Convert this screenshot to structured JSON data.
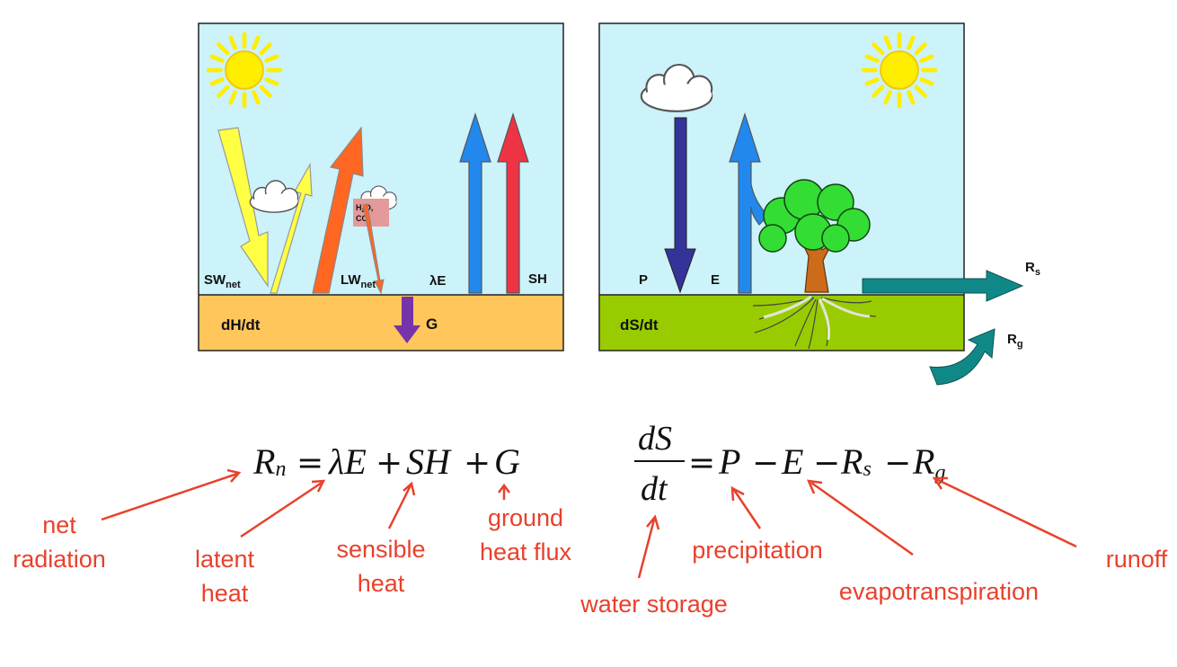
{
  "left_panel": {
    "sw_label": "SW",
    "sw_sub": "net",
    "lw_label": "LW",
    "lw_sub": "net",
    "le_label": "λE",
    "sh_label": "SH",
    "g_label": "G",
    "storage_label": "dH/dt",
    "gas_line1": "H",
    "gas_line1_sub": "2",
    "gas_line1_end": "O,",
    "gas_line2": "CO",
    "gas_line2_sub": "2"
  },
  "right_panel": {
    "p_label": "P",
    "e_label": "E",
    "rs_label": "R",
    "rs_sub": "s",
    "rg_label": "R",
    "rg_sub": "g",
    "storage_label": "dS/dt"
  },
  "energy_equation": {
    "rn": "R",
    "rn_sub": "n",
    "eq": "=",
    "le": "λE",
    "plus1": "+",
    "sh": "SH",
    "plus2": "+",
    "g": "G"
  },
  "water_equation": {
    "num": "dS",
    "den": "dt",
    "eq": "=",
    "p": "P",
    "minus1": "−",
    "e": "E",
    "minus2": "−",
    "rs": "R",
    "rs_sub": "s",
    "minus3": "−",
    "rg": "R",
    "rg_sub": "g"
  },
  "annotations": {
    "net_radiation_1": "net",
    "net_radiation_2": "radiation",
    "latent_heat_1": "latent",
    "latent_heat_2": "heat",
    "sensible_heat_1": "sensible",
    "sensible_heat_2": "heat",
    "ground_heat_1": "ground",
    "ground_heat_2": "heat flux",
    "water_storage": "water storage",
    "precipitation": "precipitation",
    "evapotranspiration": "evapotranspiration",
    "runoff": "runoff"
  },
  "colors": {
    "sky": "#ccf2fa",
    "soil_energy": "#ffc65c",
    "soil_water": "#99cc00",
    "sun": "#ffee00",
    "shortwave": "#ffff44",
    "longwave": "#ff6622",
    "latent": "#2288ee",
    "sensible": "#ee3344",
    "ground": "#7733aa",
    "precip": "#333399",
    "runoff": "#118888",
    "annotation": "#e8412c"
  }
}
